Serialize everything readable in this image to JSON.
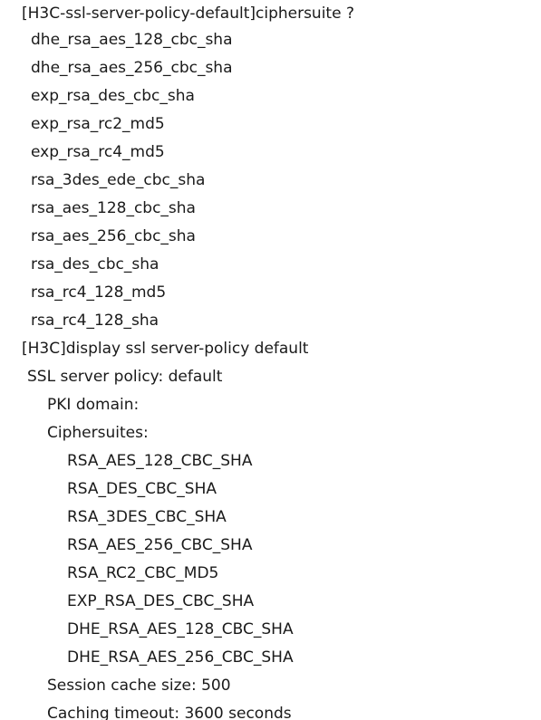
{
  "cli": {
    "lines": [
      "[H3C-ssl-server-policy-default]ciphersuite ?",
      "dhe_rsa_aes_128_cbc_sha",
      "dhe_rsa_aes_256_cbc_sha",
      "exp_rsa_des_cbc_sha",
      "exp_rsa_rc2_md5",
      "exp_rsa_rc4_md5",
      "rsa_3des_ede_cbc_sha",
      "rsa_aes_128_cbc_sha",
      "rsa_aes_256_cbc_sha",
      "rsa_des_cbc_sha",
      "rsa_rc4_128_md5",
      "rsa_rc4_128_sha",
      "[H3C]display ssl server-policy default",
      "SSL server policy: default",
      "PKI domain:",
      "Ciphersuites:",
      "RSA_AES_128_CBC_SHA",
      "RSA_DES_CBC_SHA",
      "RSA_3DES_CBC_SHA",
      "RSA_AES_256_CBC_SHA",
      "RSA_RC2_CBC_MD5",
      "EXP_RSA_DES_CBC_SHA",
      "DHE_RSA_AES_128_CBC_SHA",
      "DHE_RSA_AES_256_CBC_SHA",
      "Session cache size: 500",
      "Caching timeout: 3600 seconds"
    ]
  }
}
